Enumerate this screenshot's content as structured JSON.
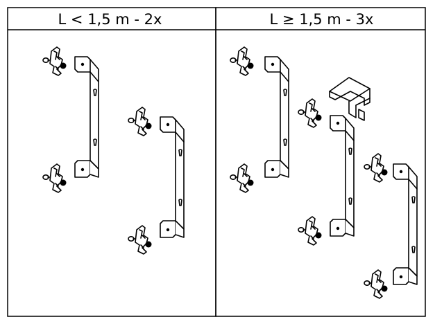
{
  "panels": [
    {
      "title": "L < 1,5 m - 2x",
      "bracket_count": 2
    },
    {
      "title": "L ≥ 1,5 m - 3x",
      "bracket_count": 3
    }
  ],
  "icons": {
    "bracket": "mounting-bracket-icon",
    "clip": "wall-clip-icon",
    "cap": "cap-clip-icon"
  }
}
